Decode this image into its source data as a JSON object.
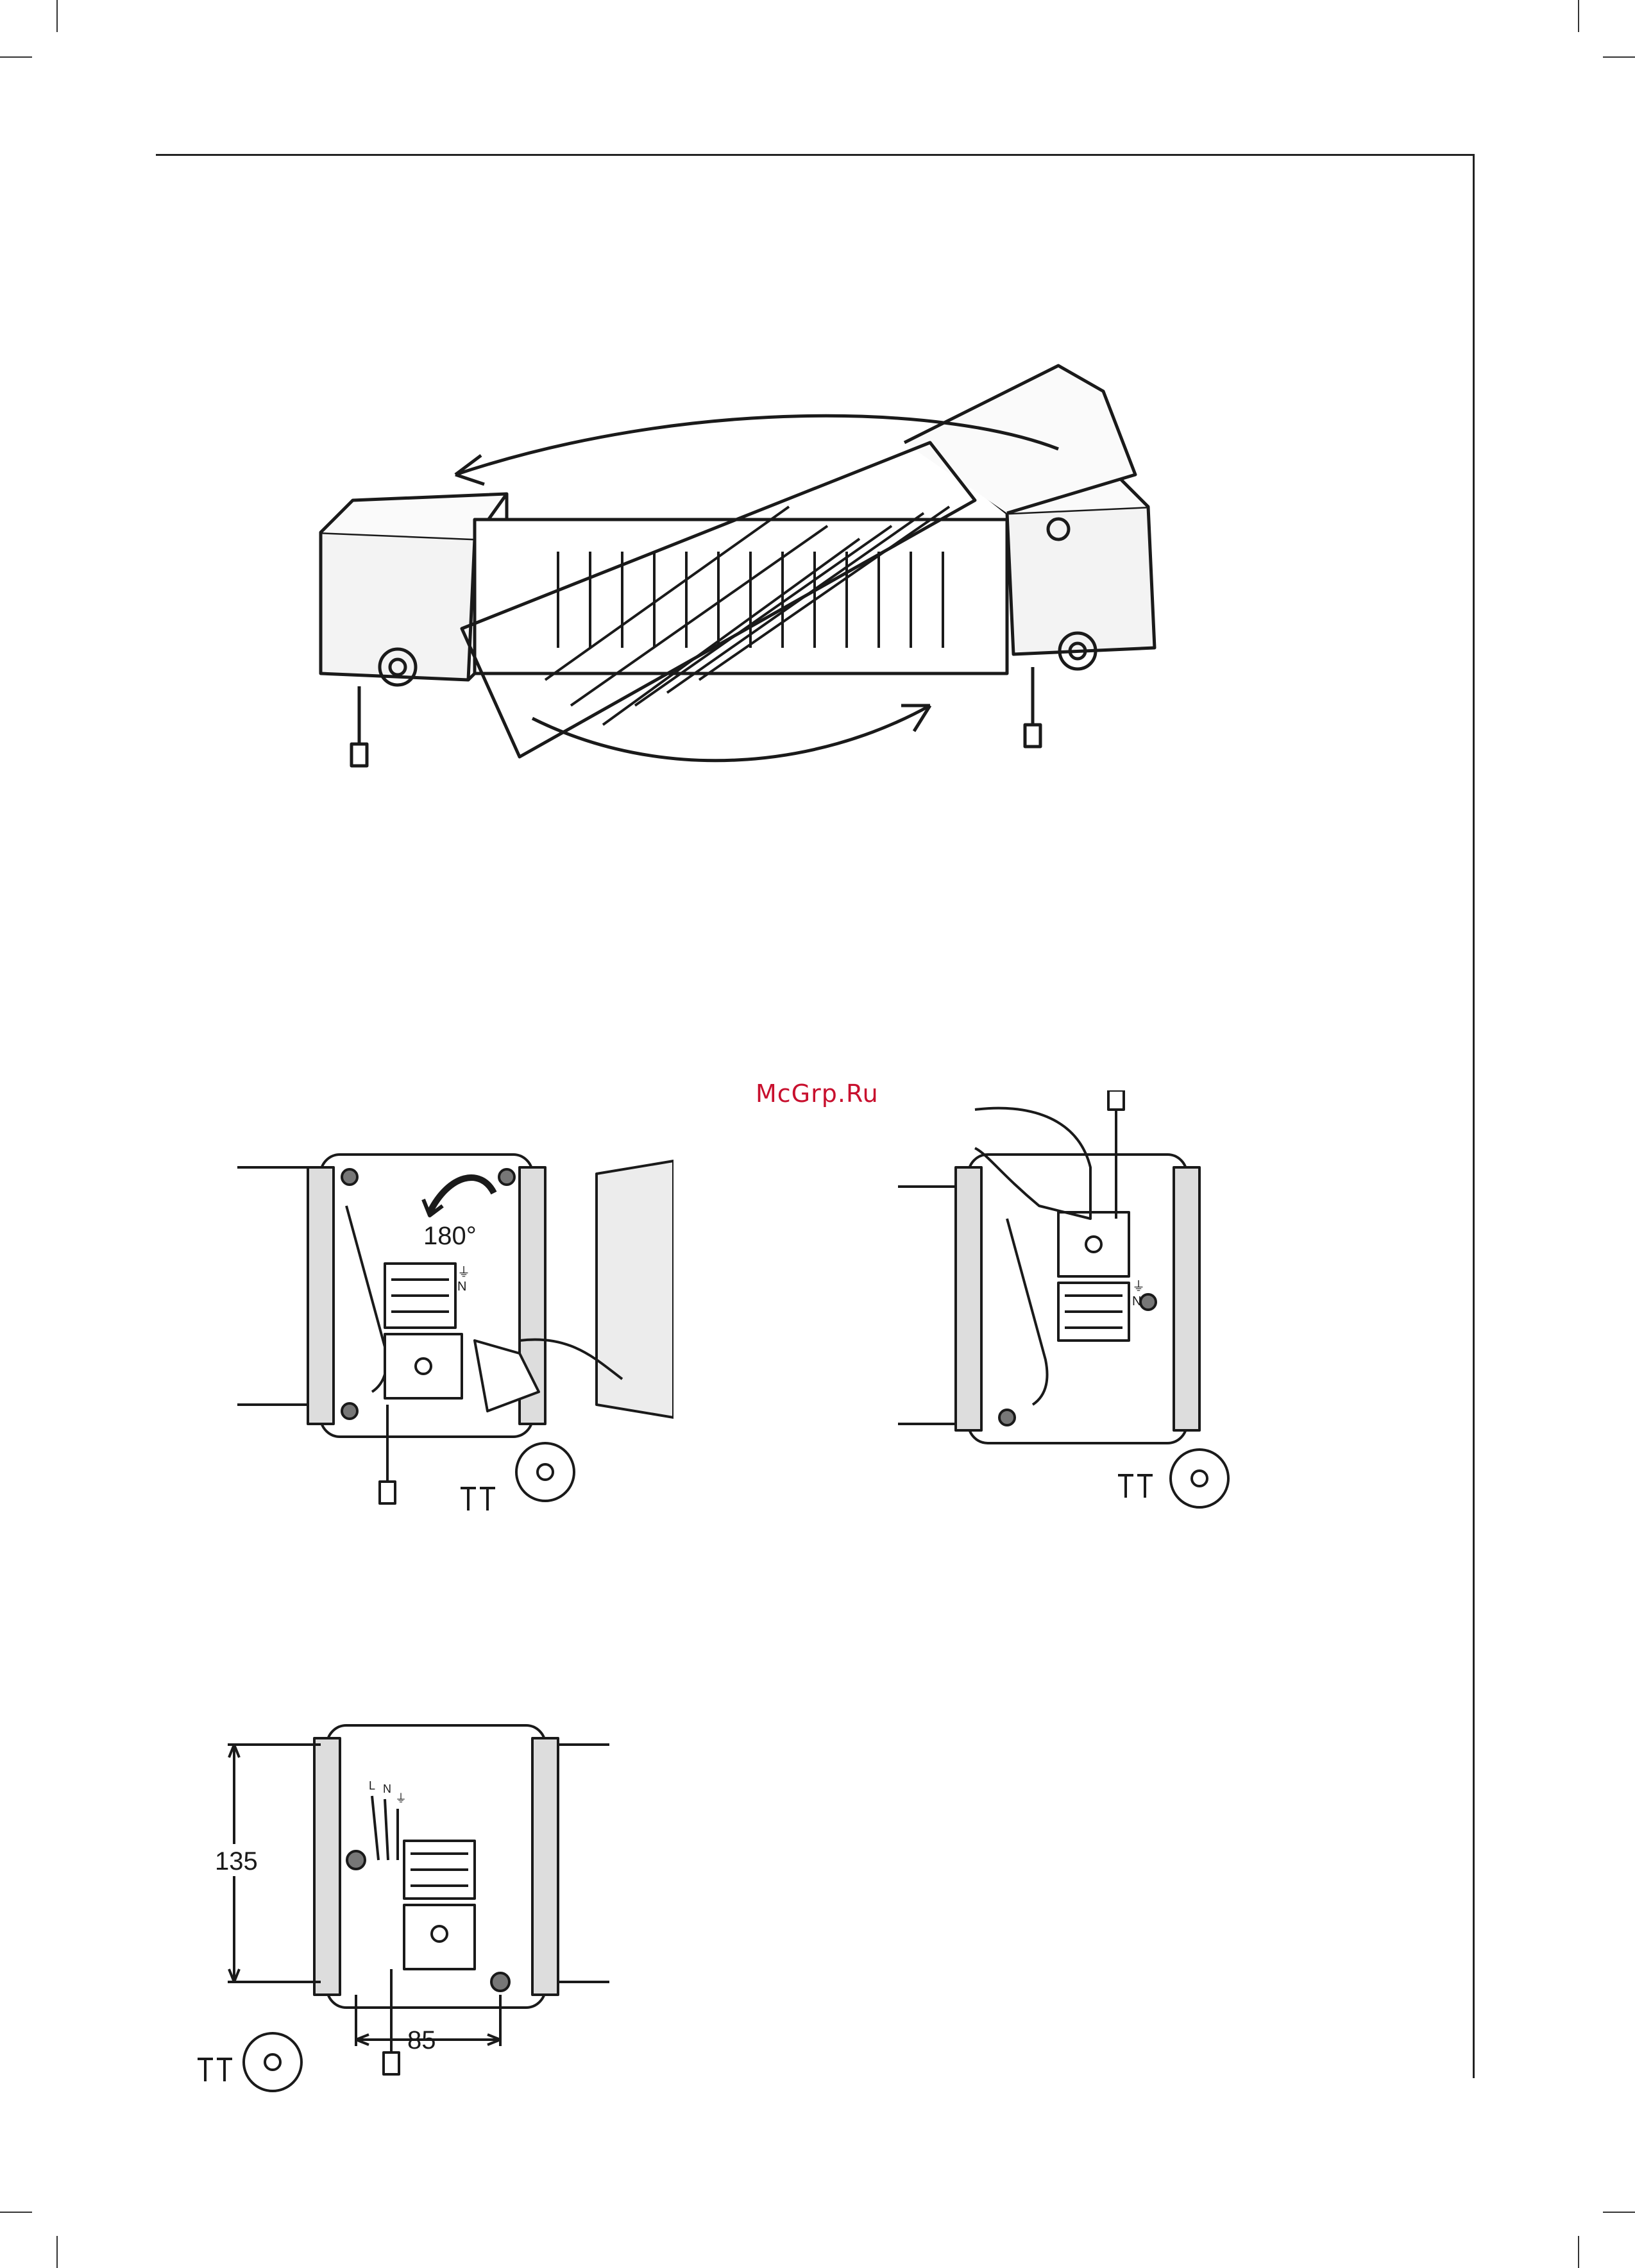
{
  "watermark": "McGrp.Ru",
  "figure_a": {
    "angle_label": "180°",
    "terminal_n": "N",
    "terminal_earth": "⏚"
  },
  "figure_b": {
    "terminal_n": "N",
    "terminal_earth": "⏚"
  },
  "figure_c": {
    "height_label": "135",
    "width_label": "85",
    "terminal_l": "L",
    "terminal_n": "N",
    "terminal_earth": "⏚"
  },
  "colors": {
    "line": "#1a1a1a",
    "watermark": "#c8102e"
  }
}
